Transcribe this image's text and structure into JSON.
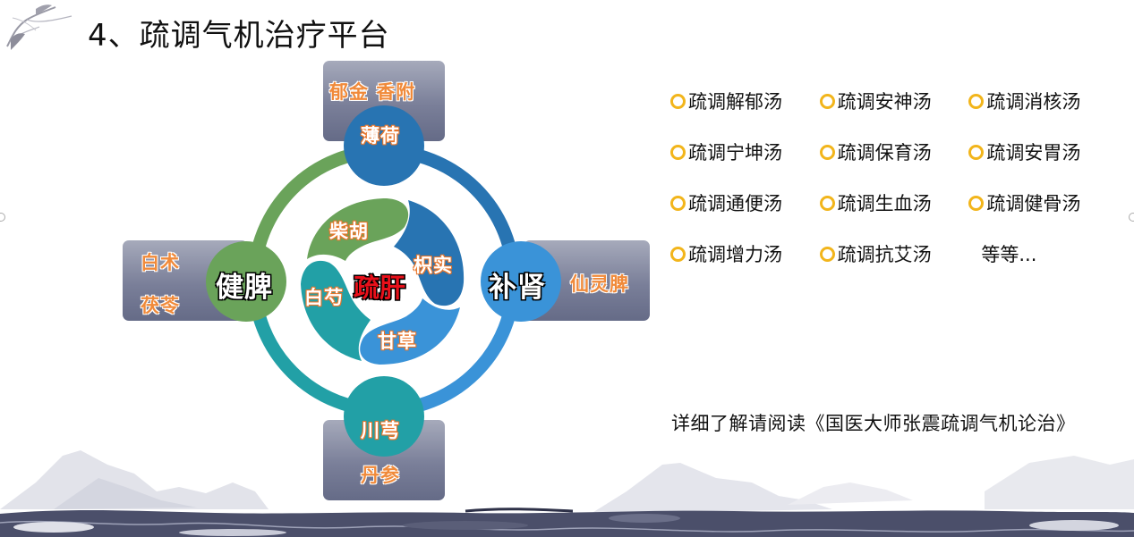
{
  "title": "4、疏调气机治疗平台",
  "colors": {
    "green": "#6aa35a",
    "dark_blue": "#2874b2",
    "mid_blue": "#3a93d8",
    "teal": "#22a0a6",
    "box_gray": "#7a7f99",
    "herb_orange": "#e8752a",
    "center_red": "#e8101a",
    "bullet_gold": "#f2b51b"
  },
  "diagram": {
    "center": "疏肝",
    "inner_herbs": {
      "top_left": "柴胡",
      "right": "枳实",
      "bottom": "甘草",
      "left": "白芍"
    },
    "top": {
      "node_herb": "薄荷",
      "box_herbs": "郁金 香附"
    },
    "left": {
      "organ": "健脾",
      "box_herbs": [
        "白术",
        "茯苓"
      ]
    },
    "right": {
      "organ": "补肾",
      "box_herbs": "仙灵脾"
    },
    "bottom": {
      "node_herb": "川芎",
      "box_herbs": "丹参"
    }
  },
  "formulas": {
    "rows": [
      [
        "疏调解郁汤",
        "疏调安神汤",
        "疏调消核汤"
      ],
      [
        "疏调宁坤汤",
        "疏调保育汤",
        "疏调安胃汤"
      ],
      [
        "疏调通便汤",
        "疏调生血汤",
        "疏调健骨汤"
      ],
      [
        "疏调增力汤",
        "疏调抗艾汤"
      ]
    ],
    "etc": "等等..."
  },
  "reference": "详细了解请阅读《国医大师张震疏调气机论治》"
}
